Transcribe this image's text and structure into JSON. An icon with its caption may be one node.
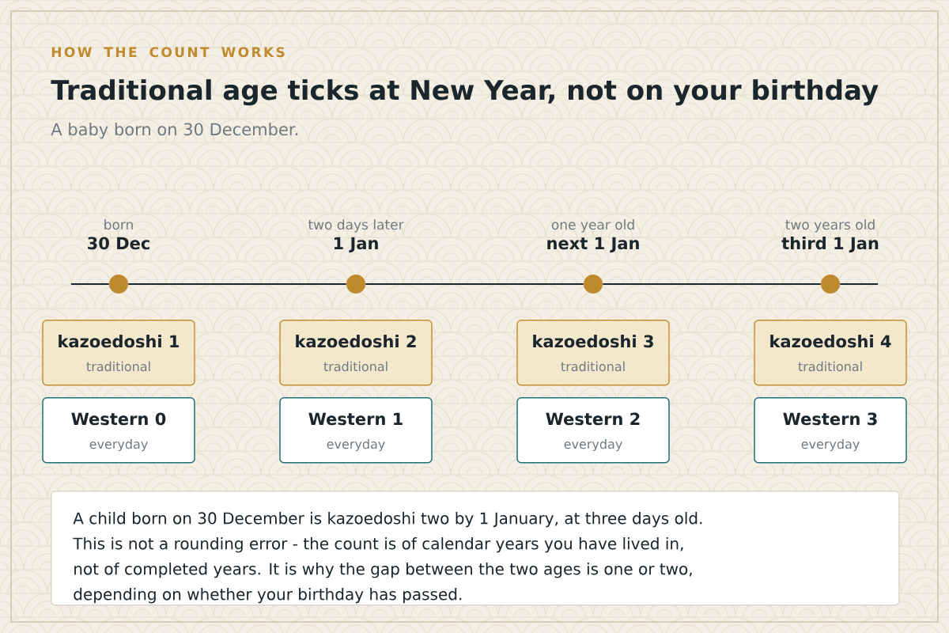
{
  "diagram": {
    "title": "Traditional age ticks at New Year, not on your birthday",
    "nodes": [
      {
        "text": [],
        "shape": "circle",
        "beside": [
          "born",
          "30 Dec"
        ]
      },
      {
        "text": [],
        "shape": "circle",
        "beside": [
          "two days later",
          "1 Jan"
        ]
      },
      {
        "text": [],
        "shape": "circle",
        "beside": [
          "one year old",
          "next 1 Jan"
        ]
      },
      {
        "text": [],
        "shape": "circle",
        "beside": [
          "two years old",
          "third 1 Jan"
        ]
      },
      {
        "text": [
          "kazoedoshi 1",
          "traditional"
        ]
      },
      {
        "text": [
          "kazoedoshi 2",
          "traditional"
        ]
      },
      {
        "text": [
          "kazoedoshi 3",
          "traditional"
        ]
      },
      {
        "text": [
          "kazoedoshi 4",
          "traditional"
        ]
      },
      {
        "text": [
          "Western 0",
          "everyday"
        ]
      },
      {
        "text": [
          "Western 1",
          "everyday"
        ]
      },
      {
        "text": [
          "Western 2",
          "everyday"
        ]
      },
      {
        "text": [
          "Western 3",
          "everyday"
        ]
      },
      {
        "text": [
          "A child born on 30 December is kazoedoshi two by 1 January, at three days old. This is not a rounding error - the count is of calendar years you have lived in, not of completed years. It is why the gap between the two ages is one or two, depending on whether your birthday has passed."
        ]
      }
    ],
    "edges": [
      {
        "from": null,
        "to": 0,
        "arrow": "none"
      },
      {
        "from": 0,
        "to": 1,
        "arrow": "none"
      },
      {
        "from": 1,
        "to": 2,
        "arrow": "none"
      },
      {
        "from": 2,
        "to": 3,
        "arrow": "none"
      },
      {
        "from": 3,
        "to": null,
        "arrow": "none"
      }
    ],
    "labels": [
      "HOW THE COUNT WORKS",
      "A baby born on 30 December."
    ]
  }
}
